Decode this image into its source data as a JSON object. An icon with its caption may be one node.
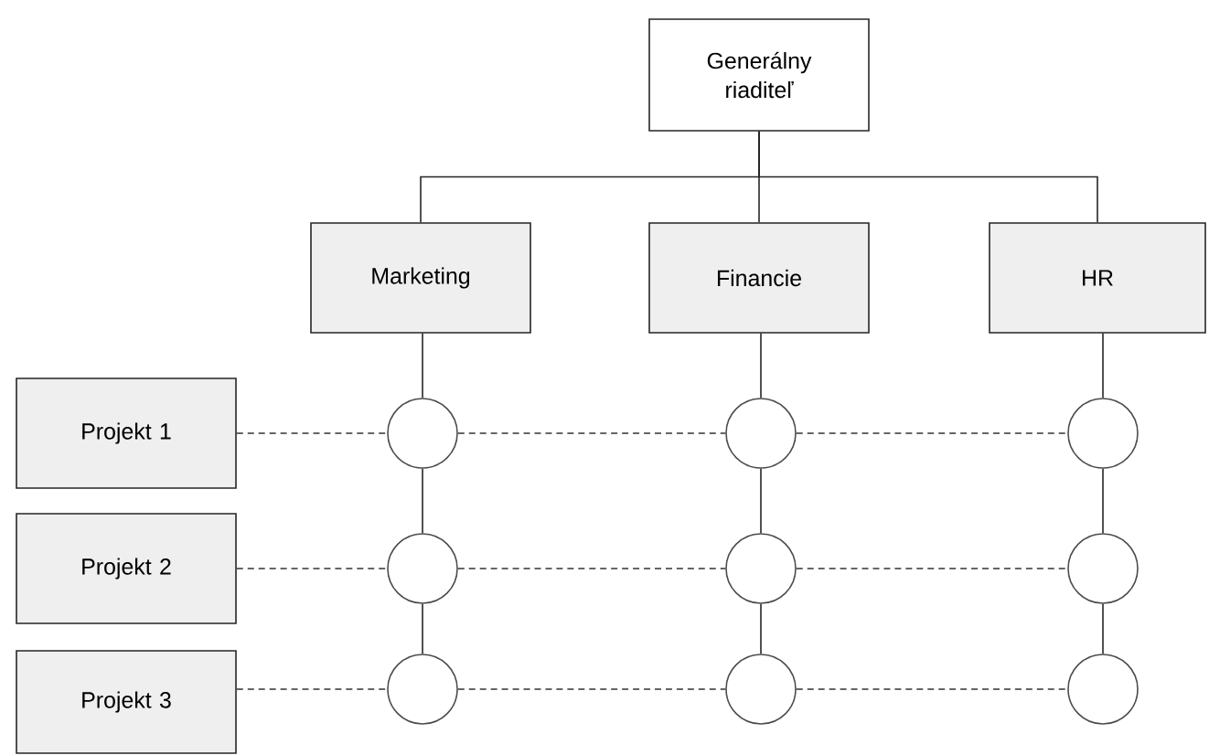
{
  "diagram": {
    "nodes": [
      {
        "text": [
          "Generálny riaditeľ"
        ]
      },
      {
        "text": [
          "Marketing"
        ]
      },
      {
        "text": [
          "Financie"
        ]
      },
      {
        "text": [
          "HR"
        ]
      },
      {
        "text": [
          "Projekt 1"
        ]
      },
      {
        "text": [
          "Projekt 2"
        ]
      },
      {
        "text": [
          "Projekt 3"
        ]
      },
      {
        "text": [],
        "shape": "circle"
      },
      {
        "text": [],
        "shape": "circle"
      },
      {
        "text": [],
        "shape": "circle"
      },
      {
        "text": [],
        "shape": "circle"
      },
      {
        "text": [],
        "shape": "circle"
      },
      {
        "text": [],
        "shape": "circle"
      },
      {
        "text": [],
        "shape": "circle"
      },
      {
        "text": [],
        "shape": "circle"
      },
      {
        "text": [],
        "shape": "circle"
      }
    ],
    "edges": [
      {
        "from": 0,
        "to": 1,
        "arrow": "none"
      },
      {
        "from": 0,
        "to": 2,
        "arrow": "none"
      },
      {
        "from": 0,
        "to": 3,
        "arrow": "none"
      },
      {
        "from": 1,
        "to": 7,
        "arrow": "none"
      },
      {
        "from": 7,
        "to": 10,
        "arrow": "none"
      },
      {
        "from": 10,
        "to": 13,
        "arrow": "none"
      },
      {
        "from": 2,
        "to": 8,
        "arrow": "none"
      },
      {
        "from": 8,
        "to": 11,
        "arrow": "none"
      },
      {
        "from": 11,
        "to": 14,
        "arrow": "none"
      },
      {
        "from": 3,
        "to": 9,
        "arrow": "none"
      },
      {
        "from": 9,
        "to": 12,
        "arrow": "none"
      },
      {
        "from": 12,
        "to": 15,
        "arrow": "none"
      },
      {
        "from": 4,
        "to": 7,
        "arrow": "none",
        "style": "dashed"
      },
      {
        "from": 7,
        "to": 8,
        "arrow": "none",
        "style": "dashed"
      },
      {
        "from": 8,
        "to": 9,
        "arrow": "none",
        "style": "dashed"
      },
      {
        "from": 5,
        "to": 10,
        "arrow": "none",
        "style": "dashed"
      },
      {
        "from": 10,
        "to": 11,
        "arrow": "none",
        "style": "dashed"
      },
      {
        "from": 11,
        "to": 12,
        "arrow": "none",
        "style": "dashed"
      },
      {
        "from": 6,
        "to": 13,
        "arrow": "none",
        "style": "dashed"
      },
      {
        "from": 13,
        "to": 14,
        "arrow": "none",
        "style": "dashed"
      },
      {
        "from": 14,
        "to": 15,
        "arrow": "none",
        "style": "dashed"
      }
    ]
  }
}
